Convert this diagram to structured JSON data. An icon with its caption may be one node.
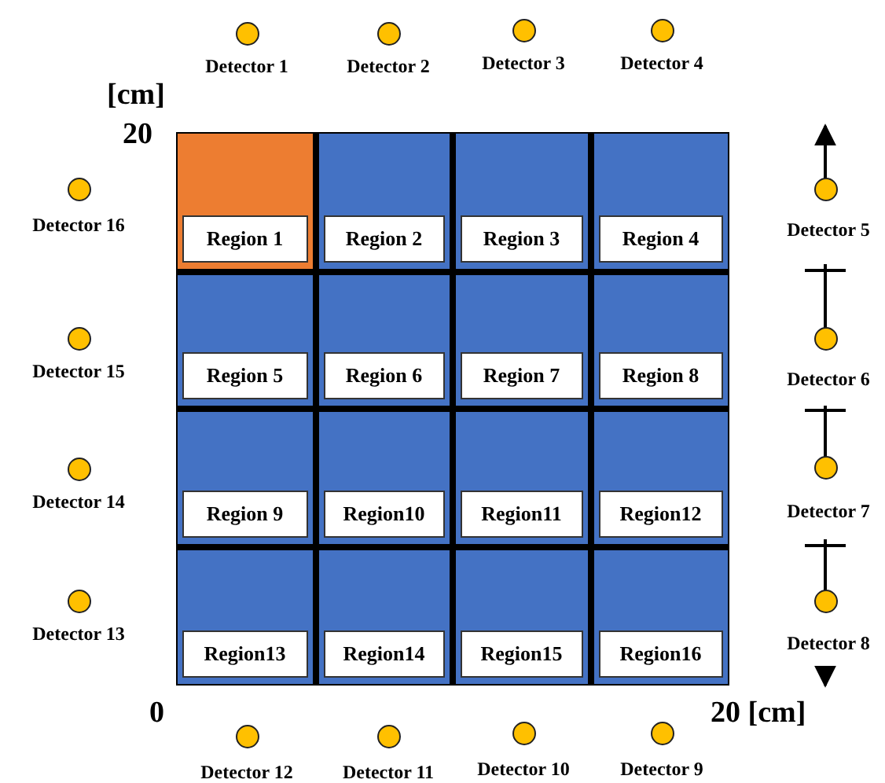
{
  "diagram": {
    "nodes": [
      {
        "text": [
          "Detector 1"
        ]
      },
      {
        "text": [
          "Detector 2"
        ]
      },
      {
        "text": [
          "Detector 3"
        ]
      },
      {
        "text": [
          "Detector 4"
        ]
      },
      {
        "text": [
          "Detector 5"
        ]
      },
      {
        "text": [
          "Detector 6"
        ]
      },
      {
        "text": [
          "Detector 7"
        ]
      },
      {
        "text": [
          "Detector 8"
        ]
      },
      {
        "text": [
          "Detector 9"
        ]
      },
      {
        "text": [
          "Detector 10"
        ]
      },
      {
        "text": [
          "Detector 11"
        ]
      },
      {
        "text": [
          "Detector 12"
        ]
      },
      {
        "text": [
          "Detector 13"
        ]
      },
      {
        "text": [
          "Detector 14"
        ]
      },
      {
        "text": [
          "Detector 15"
        ]
      },
      {
        "text": [
          "Detector 16"
        ]
      },
      {
        "text": [
          "Region 1"
        ]
      },
      {
        "text": [
          "Region 2"
        ]
      },
      {
        "text": [
          "Region 3"
        ]
      },
      {
        "text": [
          "Region 4"
        ]
      },
      {
        "text": [
          "Region 5"
        ]
      },
      {
        "text": [
          "Region 6"
        ]
      },
      {
        "text": [
          "Region 7"
        ]
      },
      {
        "text": [
          "Region 8"
        ]
      },
      {
        "text": [
          "Region 9"
        ]
      },
      {
        "text": [
          "Region10"
        ]
      },
      {
        "text": [
          "Region11"
        ]
      },
      {
        "text": [
          "Region12"
        ]
      },
      {
        "text": [
          "Region13"
        ]
      },
      {
        "text": [
          "Region14"
        ]
      },
      {
        "text": [
          "Region15"
        ]
      },
      {
        "text": [
          "Region16"
        ]
      }
    ],
    "labels": [
      "[cm]",
      "20",
      "0",
      "20 [cm]"
    ]
  }
}
